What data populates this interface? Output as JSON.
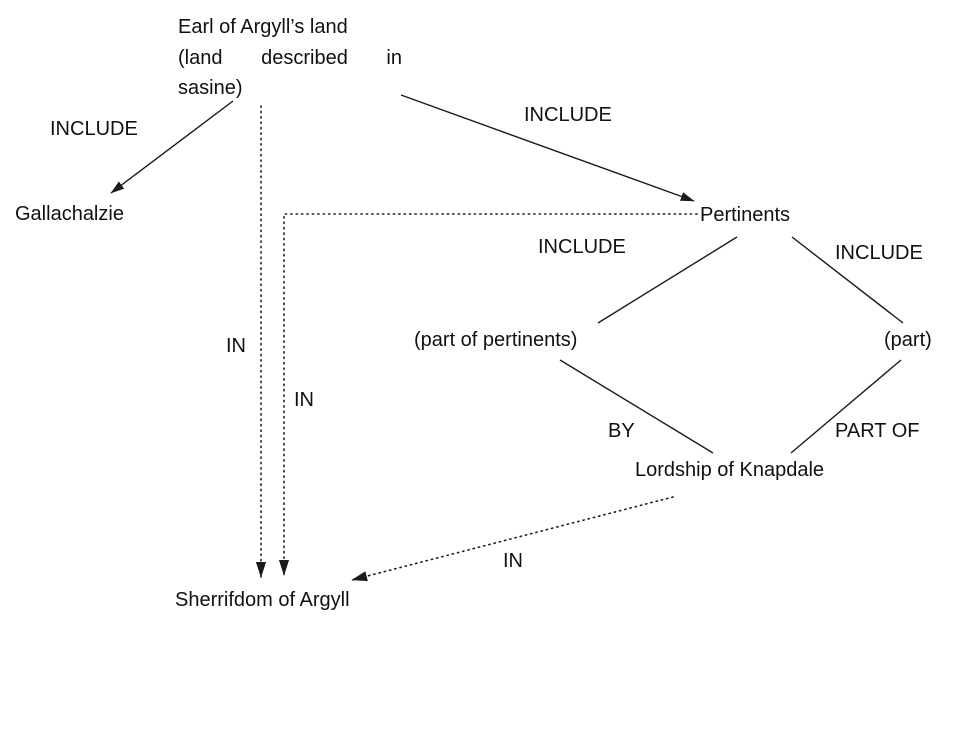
{
  "nodes": {
    "earl_lines": [
      "Earl of Argyll’s land",
      "(land described in",
      "sasine)"
    ],
    "gallachalzie": "Gallachalzie",
    "pertinents": "Pertinents",
    "part_of_pertinents": "(part of pertinents)",
    "part": "(part)",
    "lordship_of_knapdale": "Lordship of Knapdale",
    "sherrifdom_of_argyll": "Sherrifdom of Argyll"
  },
  "edge_labels": {
    "earl_includes_gallachalzie": "INCLUDE",
    "earl_includes_pertinents": "INCLUDE",
    "pertinents_includes_part_of_pertinents": "INCLUDE",
    "pertinents_includes_part": "INCLUDE",
    "earl_in_sherrifdom": "IN",
    "pertinents_in_sherrifdom": "IN",
    "part_of_pertinents_by_lordship": "BY",
    "part_part_of_lordship": "PART OF",
    "lordship_in_sherrifdom": "IN"
  },
  "colors": {
    "line": "#1a1a1a",
    "text": "#111111",
    "background": "#ffffff"
  }
}
